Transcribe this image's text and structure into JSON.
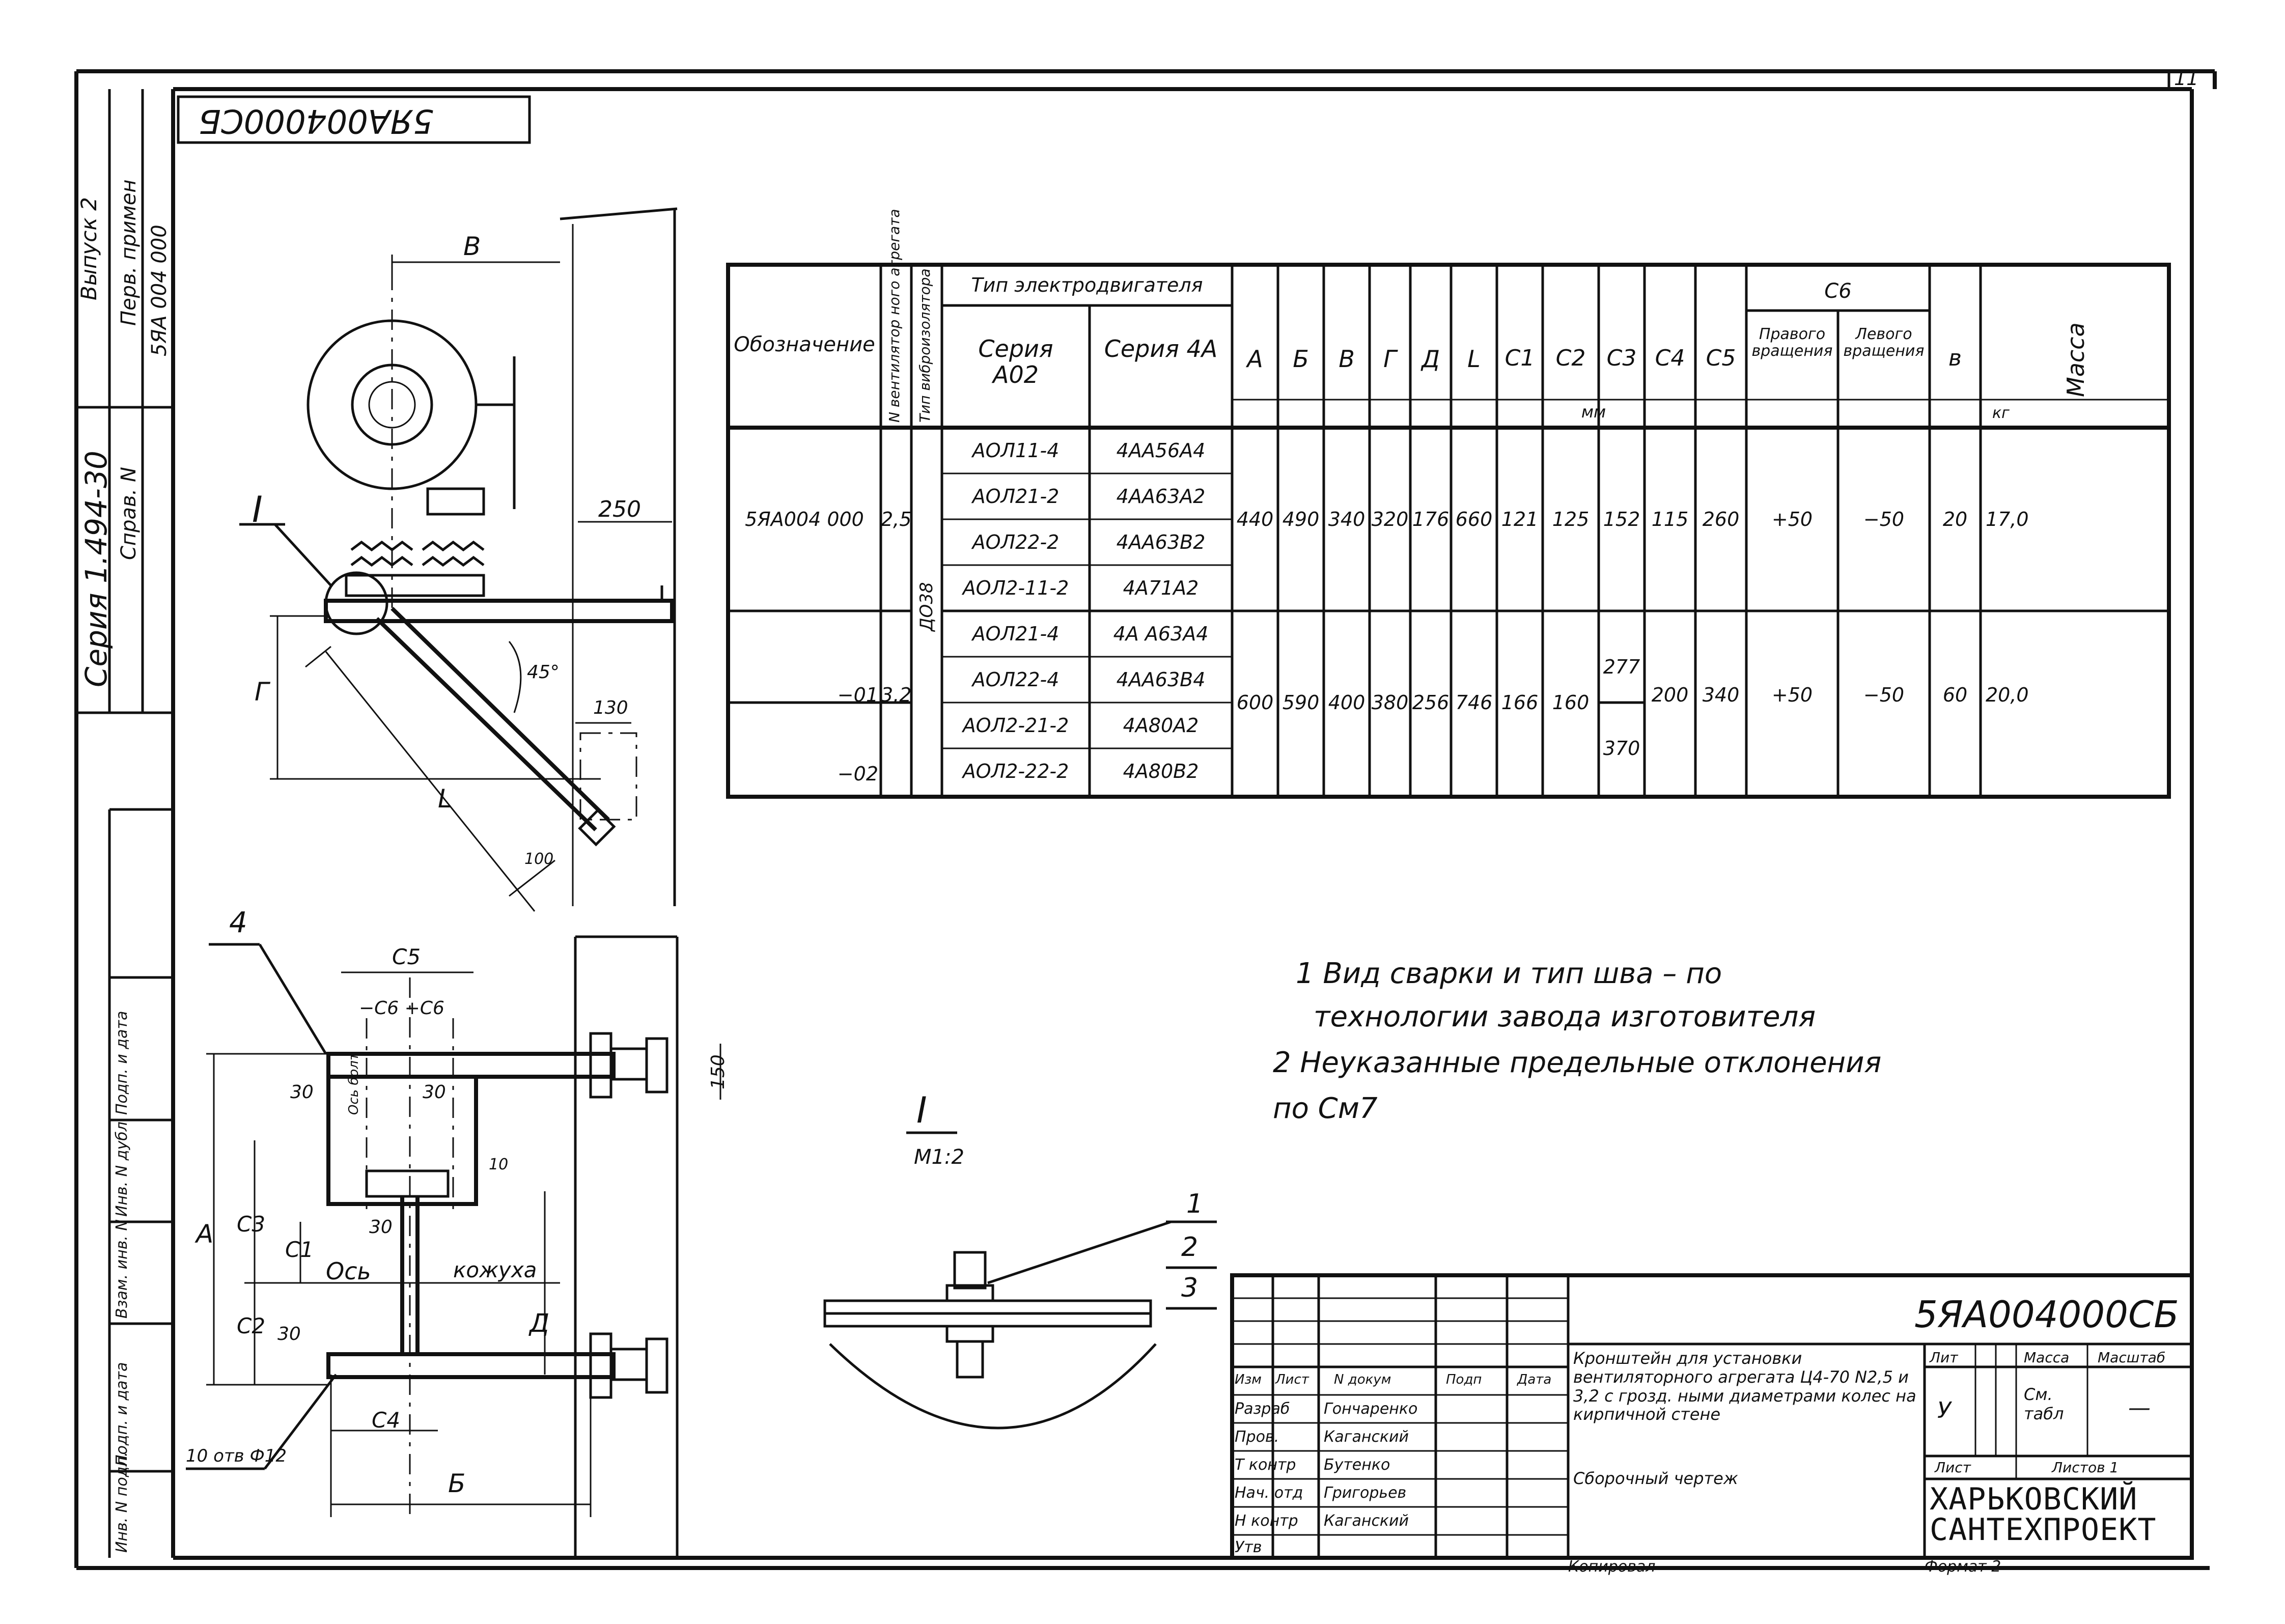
{
  "sheet": {
    "code_rotated": "5ЯА004000СБ",
    "sheet_number": "11",
    "side_series": "Серия 1.494-30",
    "side_issue": "Выпуск 2",
    "side_first_use": "Перв. примен",
    "side_first_use_value": "5ЯА 004 000",
    "side_ref": "Справ. N",
    "side_fields": [
      "Инв. N подл.",
      "Подп. и дата",
      "Взам. инв. N",
      "Инв. N дубл.",
      "Подп. и дата"
    ]
  },
  "table": {
    "headers": {
      "designation": "Обозначение",
      "fan_no": "N вентилятор ного агрегата",
      "vib_type": "Тип виброизолятора",
      "motor_type": "Тип электродвигателя",
      "series_a02": "Серия А02",
      "series_4a": "Серия 4А",
      "cols": [
        "А",
        "Б",
        "В",
        "Г",
        "Д",
        "L",
        "С1",
        "С2",
        "С3",
        "С4",
        "С5"
      ],
      "c6": "С6",
      "right_rot": "Правого вращения",
      "left_rot": "Левого вращения",
      "b": "в",
      "mass": "Масса",
      "mass_unit": "кг",
      "mm": "мм"
    },
    "rows": [
      {
        "designation": "5ЯА004 000",
        "fan": "2,5",
        "a02": "АОЛ11-4",
        "a4": "4АА56А4",
        "A": "440",
        "B": "490",
        "V": "340",
        "G": "320",
        "D": "176",
        "L": "660",
        "C1": "121",
        "C2": "125",
        "C3": "152",
        "C4": "115",
        "C5": "260",
        "right": "+50",
        "left": "−50",
        "b": "20",
        "mass": "17,0"
      },
      {
        "a02": "АОЛ21-2",
        "a4": "4АА63А2"
      },
      {
        "a02": "АОЛ22-2",
        "a4": "4АА63В2"
      },
      {
        "a02": "АОЛ2-11-2",
        "a4": "4А71А2"
      },
      {
        "designation": "−01",
        "fan": "3,2",
        "a02": "АОЛ21-4",
        "a4": "4А А63А4",
        "A": "600",
        "B": "590",
        "V": "400",
        "G": "380",
        "D": "256",
        "L": "746",
        "C1": "166",
        "C2": "160",
        "C3": "277",
        "C4": "200",
        "C5": "340",
        "right": "+50",
        "left": "−50",
        "b": "60",
        "mass": "20,0"
      },
      {
        "a02": "АОЛ22-4",
        "a4": "4АА63В4"
      },
      {
        "designation": "−02",
        "a02": "АОЛ2-21-2",
        "a4": "4А80А2",
        "C3": "370"
      },
      {
        "a02": "АОЛ2-22-2",
        "a4": "4А80В2"
      }
    ],
    "vib_value": "ДО38"
  },
  "notes": {
    "line1": "1 Вид сварки и тип шва – по",
    "line2": "технологии завода изготовителя",
    "line3": "2 Неуказанные предельные отклонения",
    "line4": "по См7"
  },
  "drawing": {
    "dim_B": "В",
    "dim_250": "250",
    "dim_45": "45°",
    "dim_130": "130",
    "dim_G": "Г",
    "dim_L": "L",
    "dim_100": "100",
    "view_I": "I",
    "view_I_bottom": "I",
    "scale": "М1:2",
    "pos1": "1",
    "pos2": "2",
    "pos3": "3",
    "pos4": "4",
    "dim_C5": "С5",
    "dim_C6": "−С6  +С6",
    "dim_30a": "30",
    "dim_30b": "30",
    "dim_30c": "30",
    "dim_30d": "30",
    "dim_150": "150",
    "dim_A": "А",
    "dim_C3": "С3",
    "dim_C1": "С1",
    "dim_C2": "С2",
    "dim_D": "Д",
    "dim_C4": "С4",
    "dim_Bb": "Б",
    "axis_label": "Ось",
    "casing_label": "кожуха",
    "holes": "10 отв Ф12",
    "bolt_label": "Ось болт",
    "dim_10": "10"
  },
  "title_block": {
    "code": "5ЯА004000СБ",
    "description": "Кронштейн для установки вентиляторного агрегата Ц4-70 N2,5 и 3,2 с грозд. ными диаметрами колес на кирпичной стене",
    "doc_type": "Сборочный чертеж",
    "lit_label": "Лит",
    "mass_label": "Масса",
    "scale_label": "Масштаб",
    "lit_value": "У",
    "mass_value": "См. табл",
    "scale_value": "—",
    "sheet_label": "Лист",
    "sheets_label": "Листов 1",
    "org": "ХАРЬКОВСКИЙ САНТЕХПРОЕКТ",
    "col_headers": [
      "Изм",
      "Лист",
      "N докум",
      "Подп",
      "Дата"
    ],
    "rows": [
      {
        "role": "Разраб",
        "name": "Гончаренко"
      },
      {
        "role": "Пров.",
        "name": "Каганский"
      },
      {
        "role": "Т контр",
        "name": "Бутенко"
      },
      {
        "role": "Нач. отд",
        "name": "Григорьев"
      },
      {
        "role": "Н контр",
        "name": "Каганский"
      },
      {
        "role": "Утв",
        "name": ""
      }
    ],
    "copied": "Копировал",
    "format": "Формат 2"
  }
}
